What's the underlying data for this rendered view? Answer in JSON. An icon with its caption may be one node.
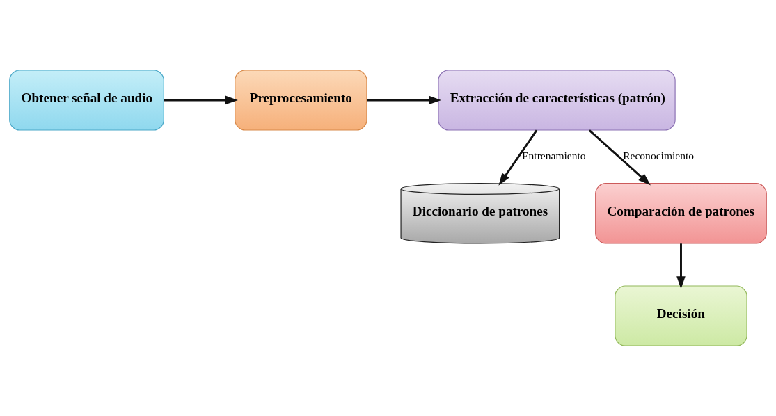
{
  "diagram": {
    "nodes": [
      {
        "text": [
          "Obtener señal de audio"
        ]
      },
      {
        "text": [
          "Preprocesamiento"
        ]
      },
      {
        "text": [
          "Extracción de características (patrón)"
        ]
      },
      {
        "text": [
          "Diccionario de patrones"
        ]
      },
      {
        "text": [
          "Comparación de patrones"
        ]
      },
      {
        "text": [
          "Decisión"
        ]
      }
    ],
    "edges": [
      {
        "from": 0,
        "to": 1,
        "arrow": "to"
      },
      {
        "from": 1,
        "to": 2,
        "arrow": "to"
      },
      {
        "from": 2,
        "to": 3,
        "arrow": "to",
        "label": "Entrenamiento"
      },
      {
        "from": 2,
        "to": 4,
        "arrow": "to",
        "label": "Reconocimiento"
      },
      {
        "from": 4,
        "to": 5,
        "arrow": "to"
      }
    ]
  }
}
